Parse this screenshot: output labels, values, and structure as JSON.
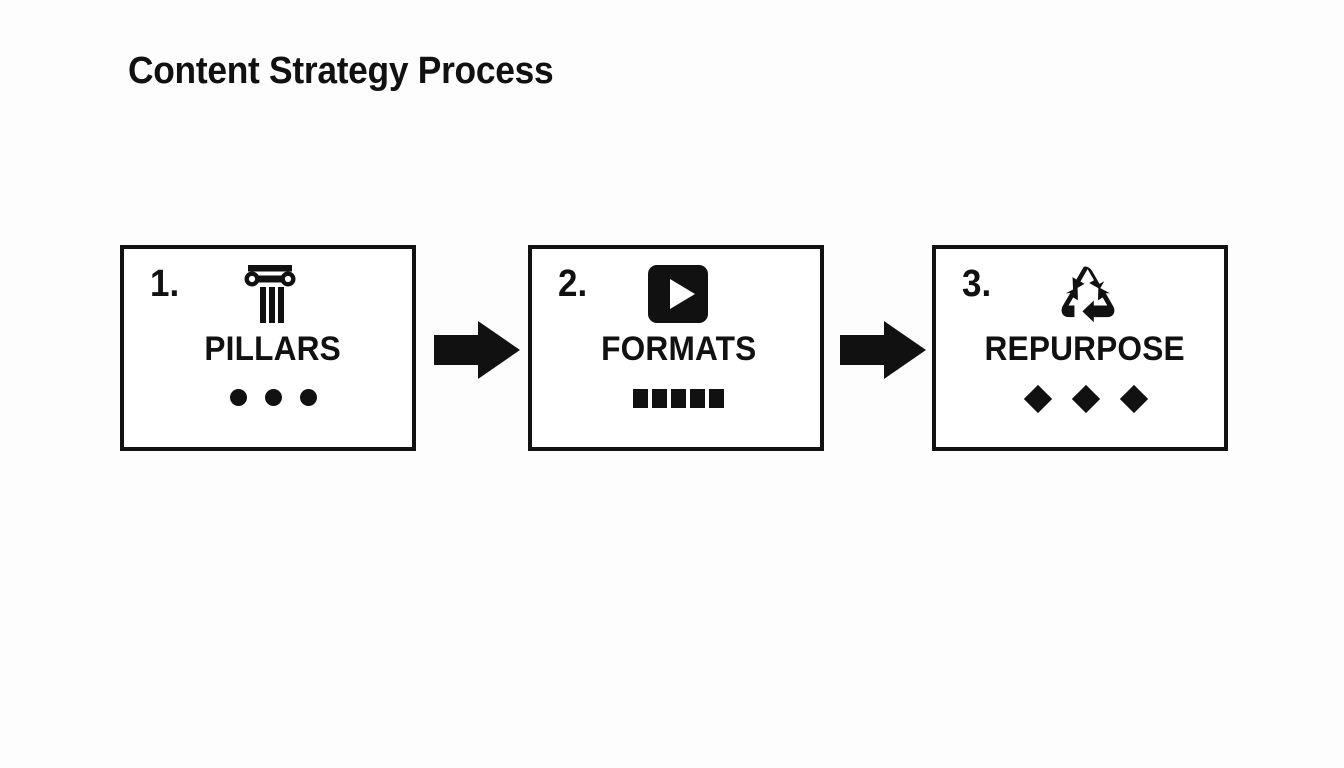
{
  "slide": {
    "title": "Content Strategy Process",
    "background_color": "#fdfdfd",
    "ink_color": "#111111"
  },
  "flow": {
    "steps": [
      {
        "number": "1.",
        "label": "PILLARS",
        "icon": "pillar-icon",
        "markers": {
          "shape": "dot",
          "count": 3
        }
      },
      {
        "number": "2.",
        "label": "FORMATS",
        "icon": "play-button-icon",
        "markers": {
          "shape": "square",
          "count": 5
        }
      },
      {
        "number": "3.",
        "label": "REPURPOSE",
        "icon": "recycle-icon",
        "markers": {
          "shape": "diamond",
          "count": 3
        }
      }
    ],
    "connectors": [
      {
        "icon": "arrow-right-icon"
      },
      {
        "icon": "arrow-right-icon"
      }
    ]
  }
}
